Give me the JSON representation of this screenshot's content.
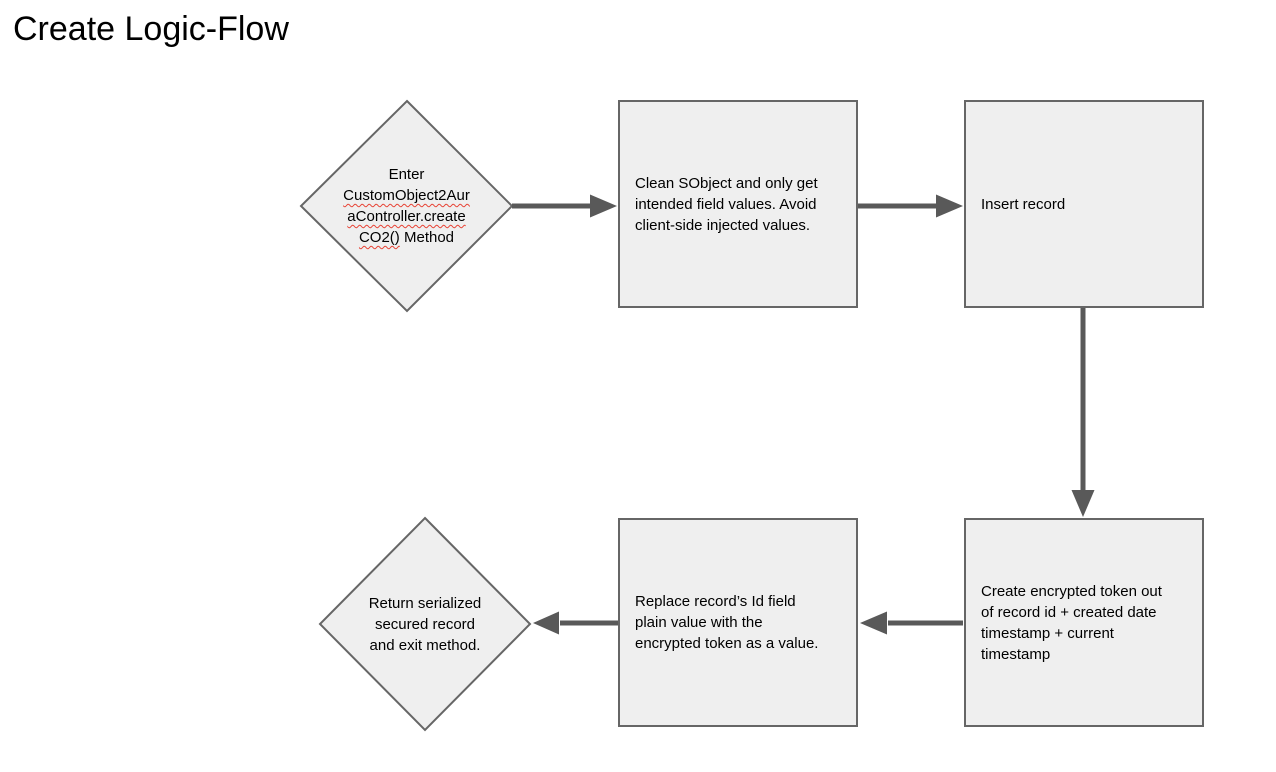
{
  "title": "Create Logic-Flow",
  "colors": {
    "background": "#ffffff",
    "shape_fill": "#efefef",
    "shape_stroke": "#666666",
    "arrow": "#595959",
    "text": "#000000",
    "spellcheck_squiggle": "#e74133"
  },
  "nodes": {
    "enter_method": {
      "shape": "diamond",
      "line1": "Enter",
      "line2": "CustomObject2Aur",
      "line3": "aController.create",
      "line4_misspelled": "CO2()",
      "line4_rest": " Method",
      "full_text": "Enter CustomObject2AuraController.createCO2() Method"
    },
    "clean_sobject": {
      "shape": "rectangle",
      "line1": "Clean SObject and only get",
      "line2": "intended field values. Avoid",
      "line3": "client-side injected values.",
      "full_text": "Clean SObject and only get intended field values. Avoid client-side injected values."
    },
    "insert_record": {
      "shape": "rectangle",
      "line1": "Insert record",
      "full_text": "Insert record"
    },
    "create_token": {
      "shape": "rectangle",
      "line1": "Create encrypted token out",
      "line2": "of record id + created date",
      "line3": "timestamp + current",
      "line4": "timestamp",
      "full_text": "Create encrypted token out of record id + created date timestamp + current timestamp"
    },
    "replace_id": {
      "shape": "rectangle",
      "line1": "Replace record’s Id field",
      "line2": "plain value with the",
      "line3": "encrypted token as a value.",
      "full_text": "Replace record’s Id field plain value with the encrypted token as a value."
    },
    "return_exit": {
      "shape": "diamond",
      "line1": "Return serialized",
      "line2": "secured record",
      "line3": "and exit method.",
      "full_text": "Return serialized secured record and exit method."
    }
  },
  "edges": [
    {
      "from": "enter_method",
      "to": "clean_sobject",
      "direction": "right"
    },
    {
      "from": "clean_sobject",
      "to": "insert_record",
      "direction": "right"
    },
    {
      "from": "insert_record",
      "to": "create_token",
      "direction": "down"
    },
    {
      "from": "create_token",
      "to": "replace_id",
      "direction": "left"
    },
    {
      "from": "replace_id",
      "to": "return_exit",
      "direction": "left"
    }
  ]
}
